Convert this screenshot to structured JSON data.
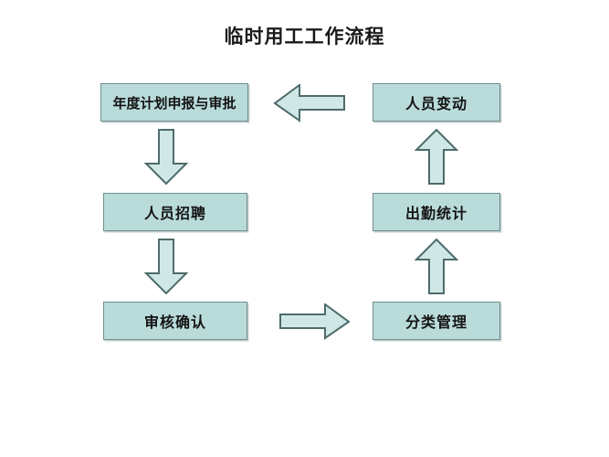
{
  "page": {
    "title": "临时用工工作流程",
    "background_color": "#ffffff"
  },
  "theme": {
    "node_fill": "#b9dbda",
    "node_border": "#6f8e8e",
    "arrow_fill": "#cfe8e6",
    "arrow_border": "#4d6b6b",
    "text_color": "#141414"
  },
  "diagram": {
    "type": "flowchart",
    "nodes": [
      {
        "id": "annual-plan",
        "label": "年度计划申报与审批",
        "column": "left",
        "row": 1
      },
      {
        "id": "recruitment",
        "label": "人员招聘",
        "column": "left",
        "row": 2
      },
      {
        "id": "review-confirm",
        "label": "审核确认",
        "column": "left",
        "row": 3
      },
      {
        "id": "personnel-change",
        "label": "人员变动",
        "column": "right",
        "row": 1
      },
      {
        "id": "attendance-stats",
        "label": "出勤统计",
        "column": "right",
        "row": 2
      },
      {
        "id": "category-manage",
        "label": "分类管理",
        "column": "right",
        "row": 3
      }
    ],
    "connectors": [
      {
        "id": "c1",
        "from": "annual-plan",
        "to": "recruitment",
        "direction": "down",
        "name": "arrow-annual-plan-to-recruitment"
      },
      {
        "id": "c2",
        "from": "recruitment",
        "to": "review-confirm",
        "direction": "down",
        "name": "arrow-recruitment-to-review-confirm"
      },
      {
        "id": "c3",
        "from": "review-confirm",
        "to": "category-manage",
        "direction": "right",
        "name": "arrow-review-confirm-to-category-manage"
      },
      {
        "id": "c4",
        "from": "category-manage",
        "to": "attendance-stats",
        "direction": "up",
        "name": "arrow-category-manage-to-attendance-stats"
      },
      {
        "id": "c5",
        "from": "attendance-stats",
        "to": "personnel-change",
        "direction": "up",
        "name": "arrow-attendance-stats-to-personnel-change"
      },
      {
        "id": "c6",
        "from": "personnel-change",
        "to": "annual-plan",
        "direction": "left",
        "name": "arrow-personnel-change-to-annual-plan"
      }
    ]
  }
}
